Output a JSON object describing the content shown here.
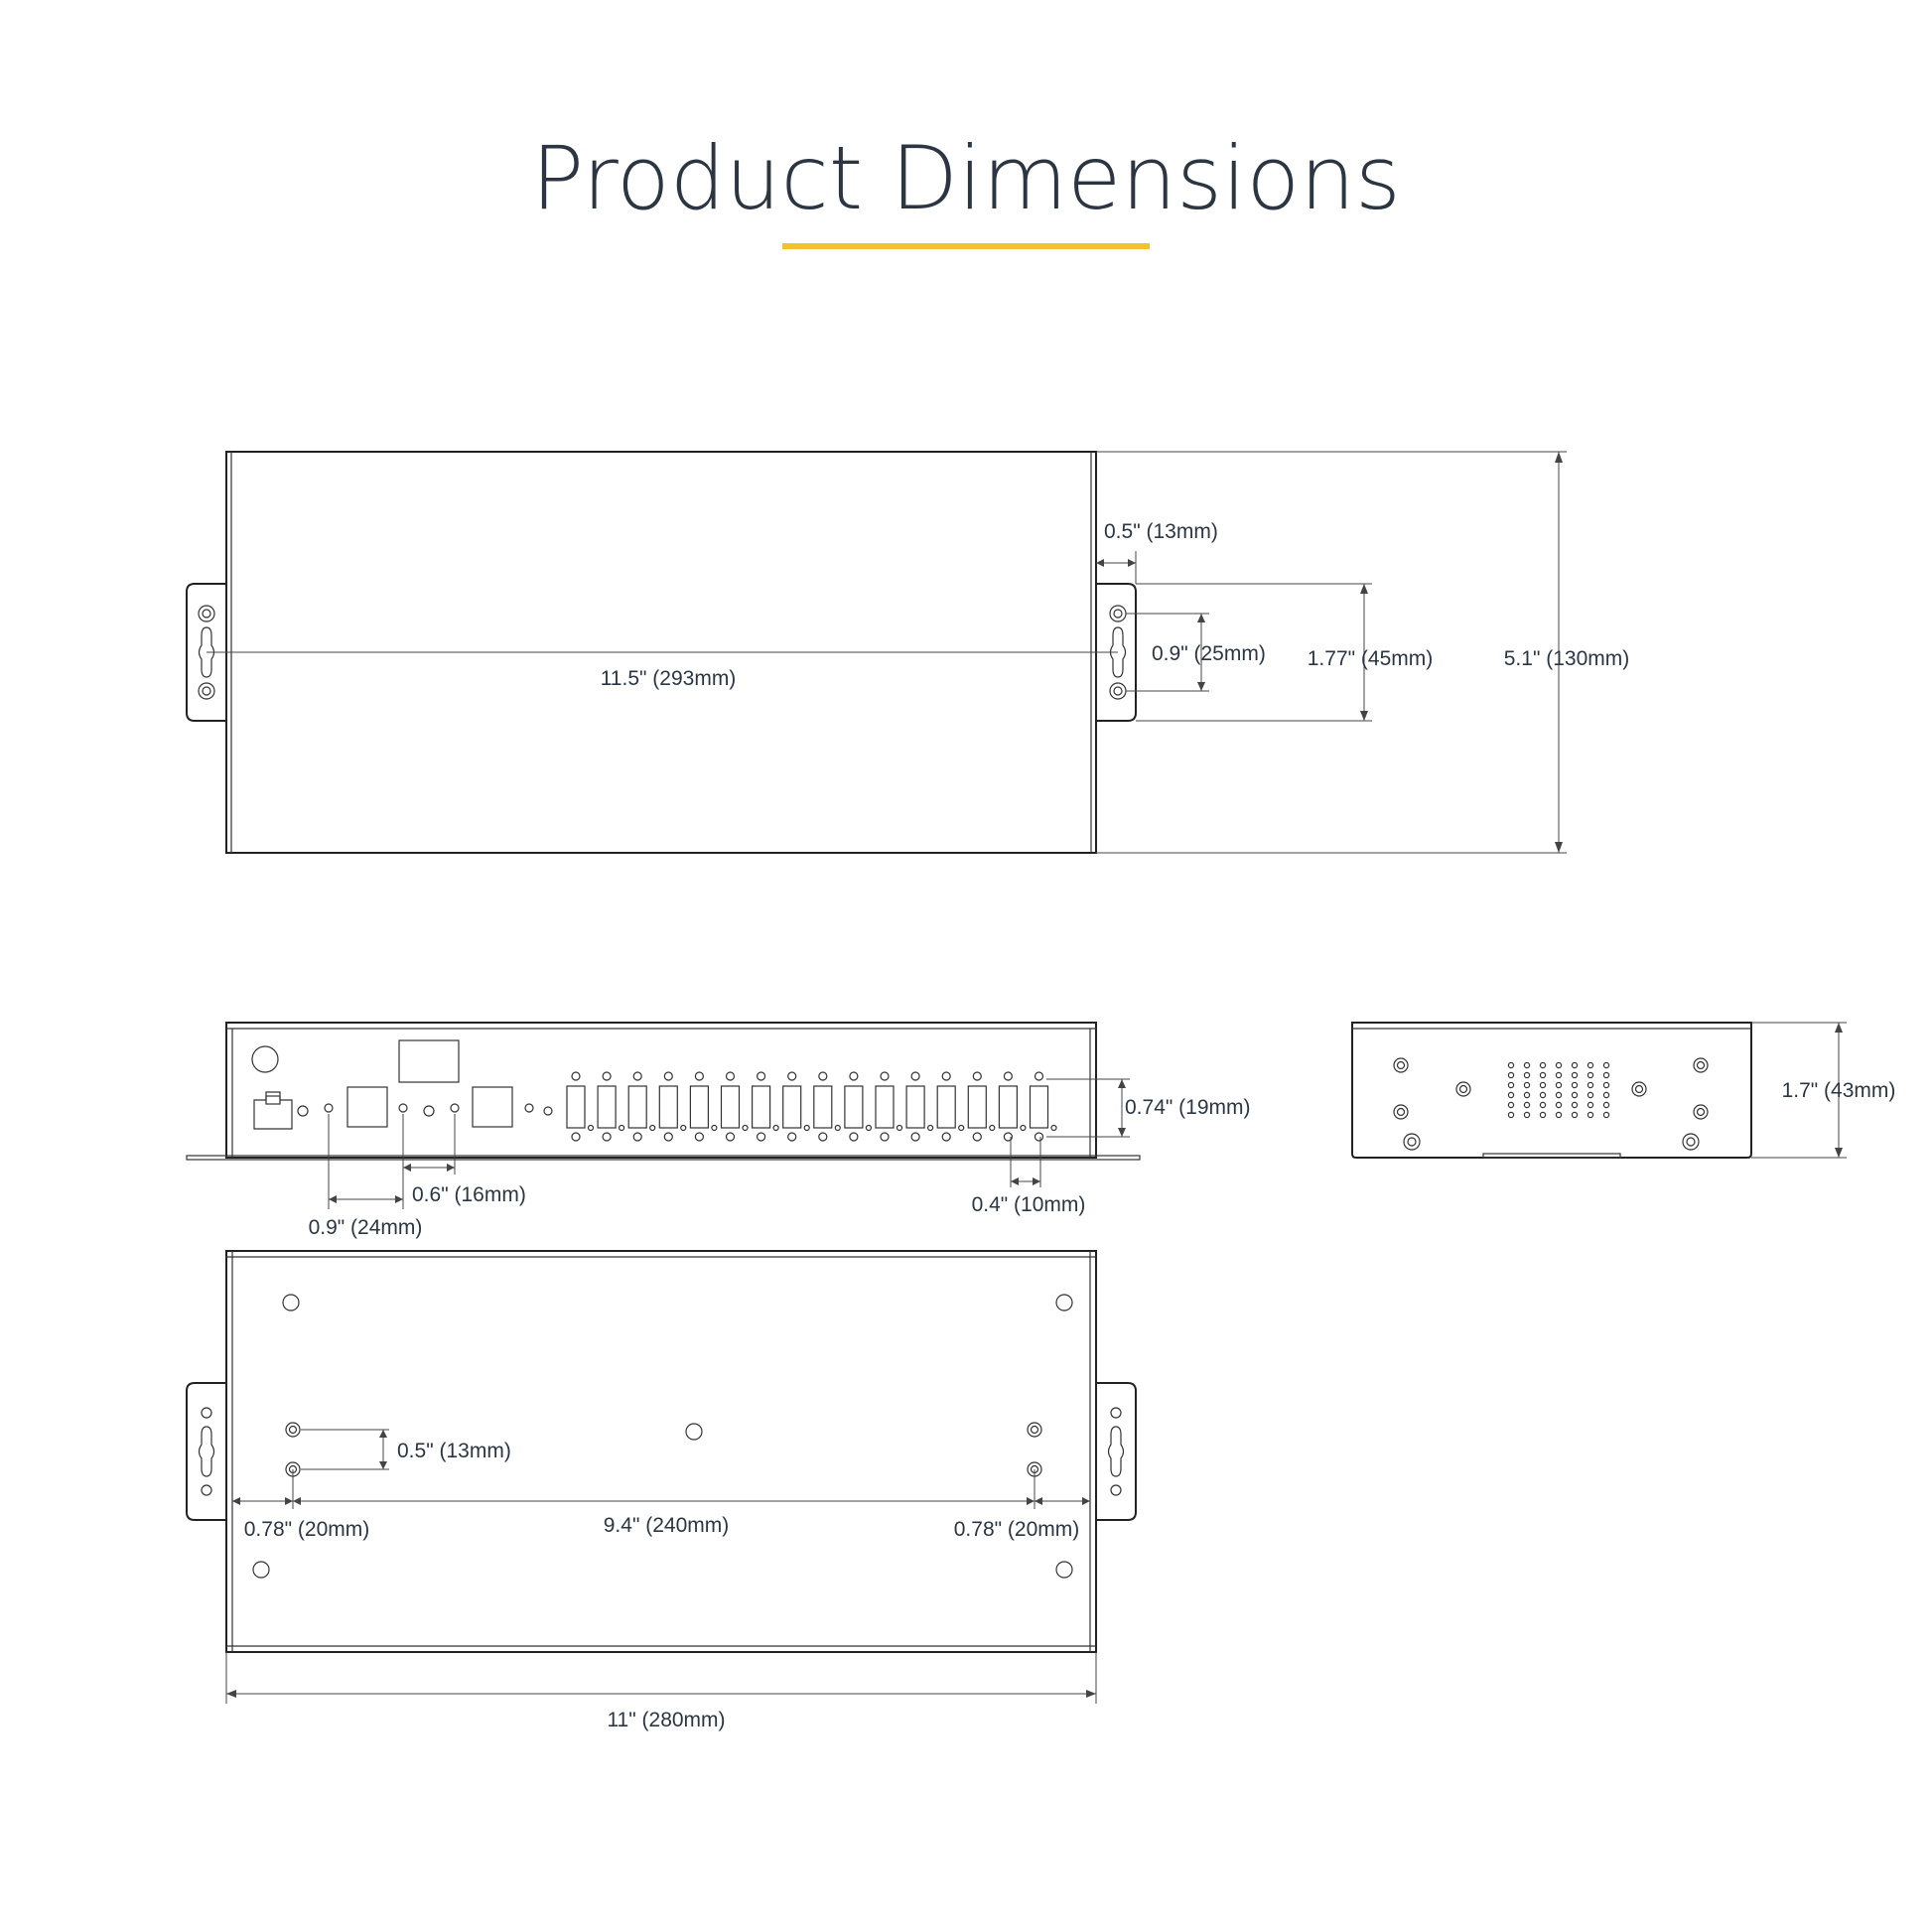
{
  "title": "Product Dimensions",
  "colors": {
    "accent": "#f2c22e",
    "text": "#2b3642",
    "line": "#222222"
  },
  "top_view": {
    "length": "11.5\" (293mm)",
    "depth": "5.1\" (130mm)",
    "flange_offset": "0.5\" (13mm)",
    "hole_spacing": "0.9\" (25mm)",
    "flange_height": "1.77\" (45mm)"
  },
  "front_view": {
    "port_height": "0.74\" (19mm)",
    "port_pitch": "0.4\" (10mm)",
    "led_spacing": "0.6\" (16mm)",
    "led_to_port": "0.9\" (24mm)"
  },
  "side_view": {
    "height": "1.7\" (43mm)"
  },
  "bottom_view": {
    "hole_spacing": "0.5\" (13mm)",
    "left_offset": "0.78\" (20mm)",
    "mount_spacing": "9.4\" (240mm)",
    "right_offset": "0.78\" (20mm)",
    "length": "11\" (280mm)"
  }
}
